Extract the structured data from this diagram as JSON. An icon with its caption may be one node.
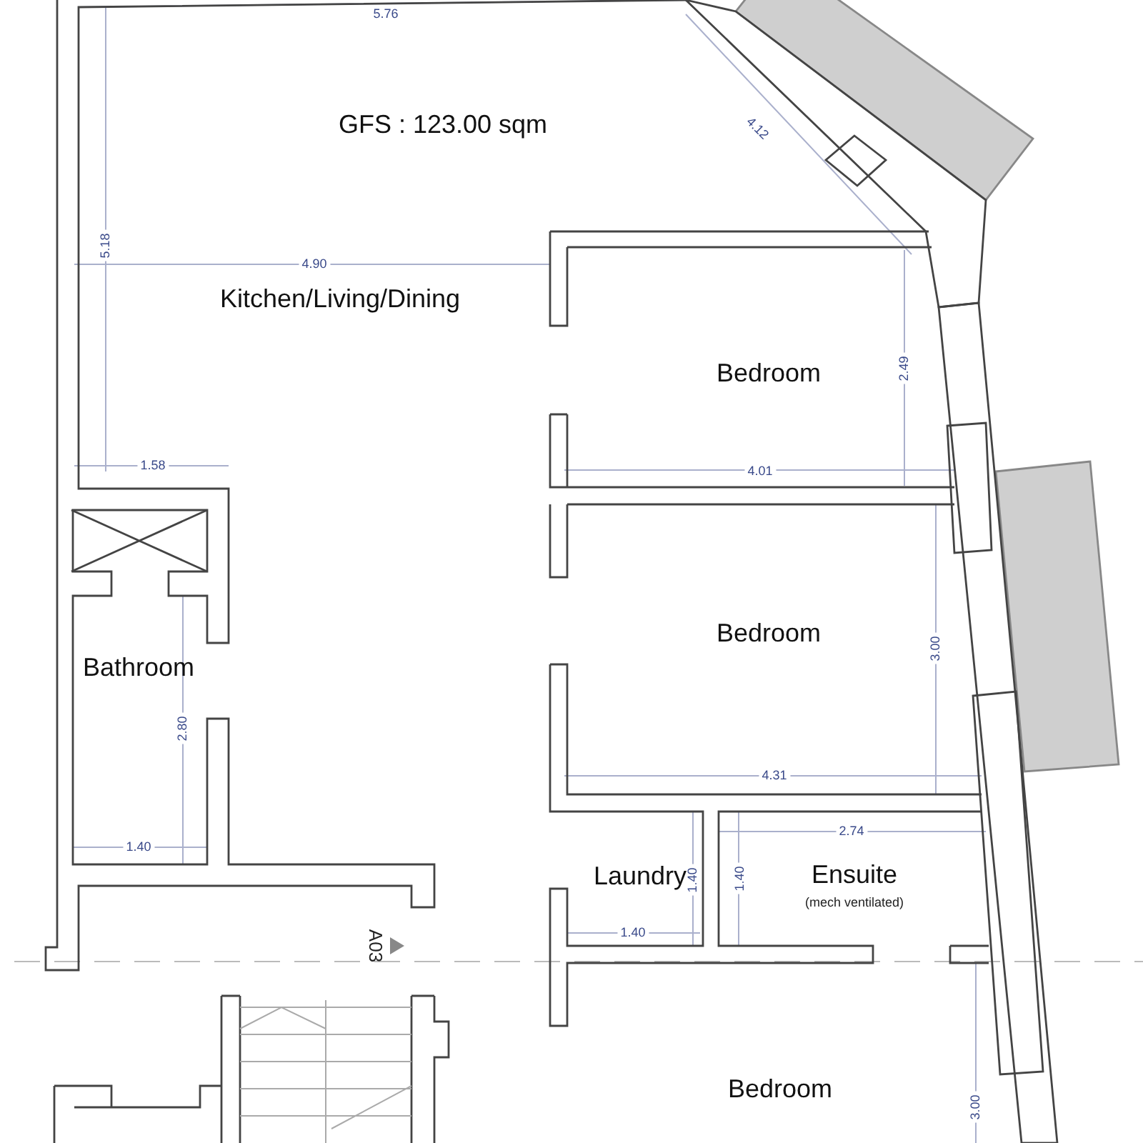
{
  "diagram": {
    "labels": [
      "5.76",
      "GFS : 123.00 sqm",
      "4.12",
      "5.18",
      "4.90",
      "Kitchen/Living/Dining",
      "Bedroom",
      "2.49",
      "1.58",
      "4.01",
      "Bedroom",
      "3.00",
      "Bathroom",
      "2.80",
      "4.31",
      "2.74",
      "1.40",
      "Laundry",
      "1.40",
      "1.40",
      "Ensuite",
      "(mech ventilated)",
      "1.40",
      "A03",
      "Bedroom",
      "3.00"
    ]
  }
}
